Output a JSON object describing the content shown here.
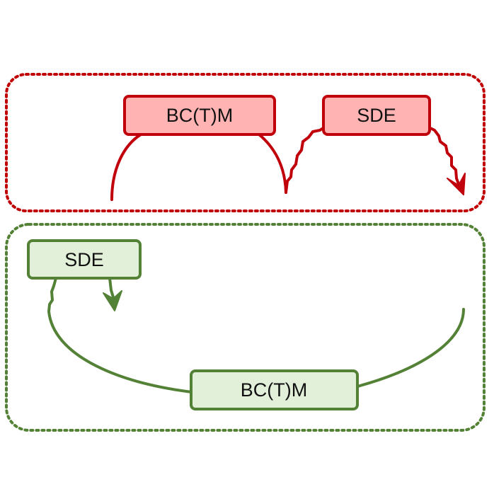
{
  "colors": {
    "red_stroke": "#c0000b",
    "red_fill": "#ffb3b3",
    "red_dash": "#c00000",
    "green_stroke": "#538135",
    "green_fill": "#e2efd9",
    "green_dash": "#538135"
  },
  "top_panel": {
    "bctm_label": "BC(T)M",
    "sde_label": "SDE"
  },
  "bottom_panel": {
    "sde_label": "SDE",
    "bctm_label": "BC(T)M"
  }
}
